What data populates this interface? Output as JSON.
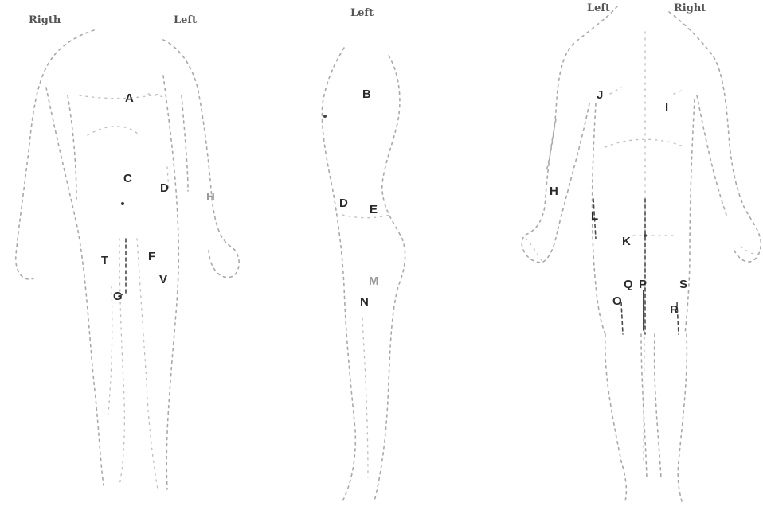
{
  "headers": {
    "front_right": "Rigth",
    "front_left": "Left",
    "side_left": "Left",
    "back_left": "Left",
    "back_right": "Right"
  },
  "front_view": {
    "points": [
      "A",
      "C",
      "D",
      "H",
      "T",
      "F",
      "V",
      "G"
    ]
  },
  "side_view": {
    "points": [
      "B",
      "D",
      "E",
      "M",
      "N"
    ]
  },
  "back_view": {
    "points": [
      "J",
      "I",
      "H",
      "L",
      "K",
      "Q",
      "P",
      "S",
      "O",
      "R"
    ]
  },
  "colors": {
    "outline": "#a9a9a9",
    "label": "#2a2a2a",
    "faint_label": "#9a9a9a"
  }
}
